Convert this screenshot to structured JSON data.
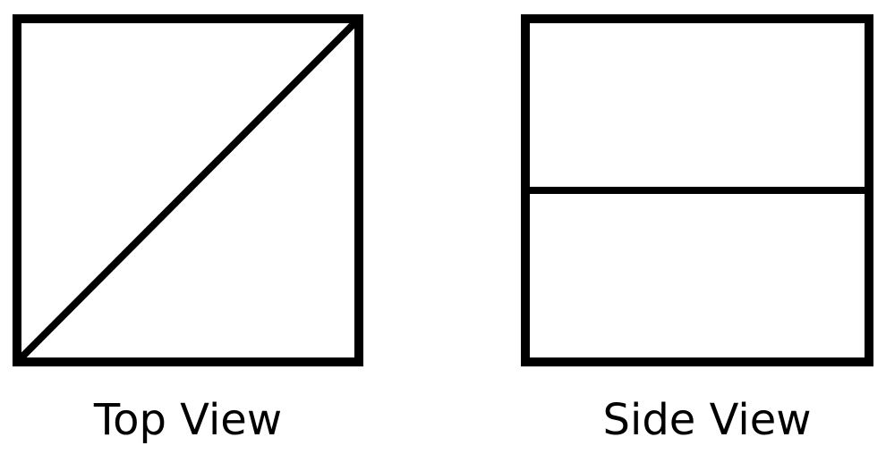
{
  "colors": {
    "background": "#ffffff",
    "stroke": "#000000"
  },
  "views": {
    "top": {
      "label": "Top View",
      "inner_line": "diagonal"
    },
    "side": {
      "label": "Side View",
      "inner_line": "horizontal-midline"
    }
  }
}
